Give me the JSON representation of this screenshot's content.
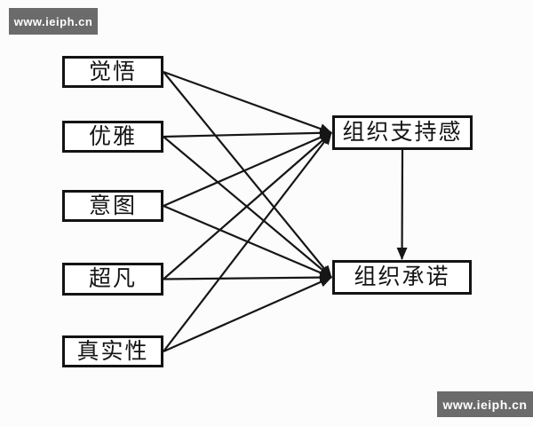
{
  "figure": {
    "background": "#fcfcfc",
    "line_color": "#161616",
    "box_border_color": "#131313",
    "box_fill": "#ffffff",
    "text_color": "#141414"
  },
  "diagram": {
    "type": "path-diagram",
    "nodes": [
      {
        "id": "awareness",
        "label": "觉悟"
      },
      {
        "id": "elegance",
        "label": "优雅"
      },
      {
        "id": "intention",
        "label": "意图"
      },
      {
        "id": "transcendence",
        "label": "超凡"
      },
      {
        "id": "authenticity",
        "label": "真实性"
      },
      {
        "id": "support",
        "label": "组织支持感"
      },
      {
        "id": "commitment",
        "label": "组织承诺"
      }
    ],
    "edges": [
      {
        "from": "awareness",
        "to": "support"
      },
      {
        "from": "awareness",
        "to": "commitment"
      },
      {
        "from": "elegance",
        "to": "support"
      },
      {
        "from": "elegance",
        "to": "commitment"
      },
      {
        "from": "intention",
        "to": "support"
      },
      {
        "from": "intention",
        "to": "commitment"
      },
      {
        "from": "transcendence",
        "to": "support"
      },
      {
        "from": "transcendence",
        "to": "commitment"
      },
      {
        "from": "authenticity",
        "to": "support"
      },
      {
        "from": "authenticity",
        "to": "commitment"
      },
      {
        "from": "support",
        "to": "commitment"
      }
    ]
  },
  "watermarks": {
    "top_left": {
      "text": "www.ieiph.cn",
      "bg": "#6b6b6b",
      "fg": "#ffffff"
    },
    "bottom_right": {
      "text": "www.ieiph.cn",
      "bg": "#6b6b6b",
      "fg": "#ffffff"
    }
  }
}
